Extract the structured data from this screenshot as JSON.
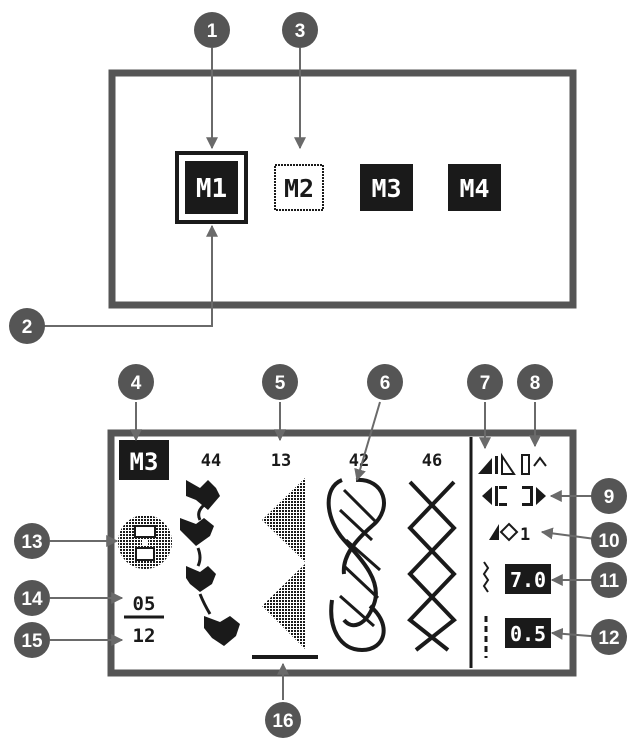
{
  "memory_panel": {
    "slots": [
      {
        "label": "M1",
        "state": "selected-cursor"
      },
      {
        "label": "M2",
        "state": "empty"
      },
      {
        "label": "M3",
        "state": "filled"
      },
      {
        "label": "M4",
        "state": "filled"
      }
    ]
  },
  "stitch_panel": {
    "memory_label": "M3",
    "stitch_numbers": [
      "44",
      "13",
      "42",
      "46"
    ],
    "position_current": "05",
    "position_total": "12",
    "stitch_width": "7.0",
    "stitch_length": "0.5",
    "needle_stop_count": "1"
  },
  "callouts": [
    "1",
    "2",
    "3",
    "4",
    "5",
    "6",
    "7",
    "8",
    "9",
    "10",
    "11",
    "12",
    "13",
    "14",
    "15",
    "16"
  ],
  "colors": {
    "lcd_dark": "#1a1a1a",
    "frame": "#555555",
    "callout": "#555555",
    "leader": "#6a6a6a"
  }
}
